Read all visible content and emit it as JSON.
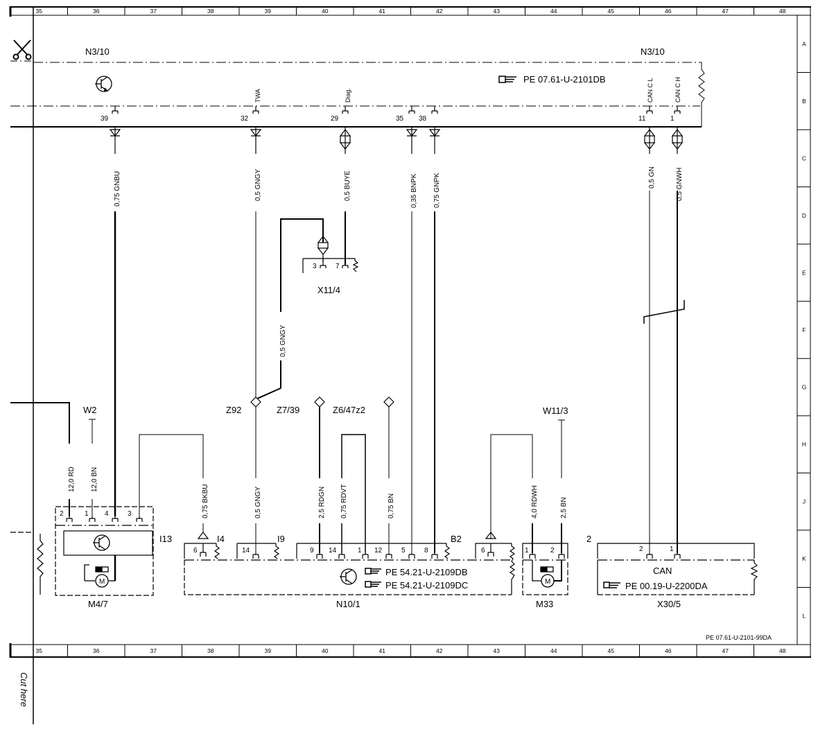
{
  "frame": {
    "columns": [
      "35",
      "36",
      "37",
      "38",
      "39",
      "40",
      "41",
      "42",
      "43",
      "44",
      "45",
      "46",
      "47",
      "48"
    ],
    "rows": [
      "A",
      "B",
      "C",
      "D",
      "E",
      "F",
      "G",
      "H",
      "J",
      "K",
      "L"
    ],
    "cut_label": "Cut here",
    "document_id": "PE 07.61-U-2101-99DA"
  },
  "icons": [
    "scissors-icon",
    "transistor-icon",
    "pointing-hand-icon",
    "motor-icon",
    "ground-icon"
  ],
  "components": {
    "n3_10_left": "N3/10",
    "n3_10_right": "N3/10",
    "n3_10_ref": "PE 07.61-U-2101DB",
    "x11_4": "X11/4",
    "m4_7": "M4/7",
    "i13": "I13",
    "n10_1": "N10/1",
    "n10_1_ref1": "PE 54.21-U-2109DB",
    "n10_1_ref2": "PE 54.21-U-2109DC",
    "m33": "M33",
    "x30_5": "X30/5",
    "x30_5_title": "CAN",
    "x30_5_ref": "PE 00.19-U-2200DA",
    "x30_5_num": "2",
    "w2": "W2",
    "w11_3": "W11/3",
    "z92": "Z92",
    "z7_39": "Z7/39",
    "z6_47z2": "Z6/47z2",
    "i4": "I4",
    "i9": "I9",
    "b2": "B2"
  },
  "signals": {
    "twa": "TWA",
    "diag": "Diag.",
    "can_l": "CAN C L",
    "can_h": "CAN C H"
  },
  "pins": {
    "n3_39": "39",
    "n3_32": "32",
    "n3_29": "29",
    "n3_35": "35",
    "n3_38": "38",
    "n3_11": "11",
    "n3_1": "1",
    "x11_3": "3",
    "x11_7": "7",
    "m47_2": "2",
    "m47_1": "1",
    "m47_4": "4",
    "m47_3": "3",
    "n10_6": "6",
    "n10_14a": "14",
    "n10_9": "9",
    "n10_14b": "14",
    "n10_1": "1",
    "n10_12": "12",
    "n10_5": "5",
    "n10_8": "8",
    "m33_6": "6",
    "m33_1": "1",
    "m33_2": "2",
    "x30_2": "2",
    "x30_1": "1"
  },
  "wires": {
    "gnbu": "0,75 GNBU",
    "gngy_top": "0,5 GNGY",
    "buye": "0,5 BUYE",
    "bnpk": "0,35 BNPK",
    "gnpk": "0,75 GNPK",
    "gn": "0,5 GN",
    "gnwh": "0,5 GNWH",
    "gngy_mid": "0,5 GNGY",
    "rd12": "12,0 RD",
    "bn12": "12,0 BN",
    "bkbu": "0,75 BKBU",
    "gngy_low": "0,5 GNGY",
    "rdgn": "2,5 RDGN",
    "rdvt": "0,75 RDVT",
    "bn075": "0,75 BN",
    "rdwh": "4,0 RDWH",
    "bn25": "2,5 BN"
  }
}
